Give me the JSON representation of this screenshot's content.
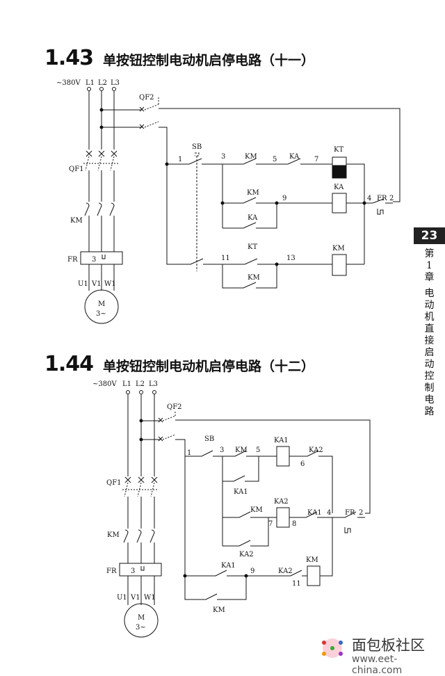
{
  "section1": {
    "number": "1.43",
    "title": "单按钮控制电动机启停电路（十一）"
  },
  "section2": {
    "number": "1.44",
    "title": "单按钮控制电动机启停电路（十二）"
  },
  "sidebar": {
    "page": "23",
    "chapter": "第1章",
    "chapter_title": "电动机直接启动控制电路"
  },
  "watermark": {
    "text_cn": "面包板社区",
    "text_en": "www.eet-china.com"
  },
  "diagram1": {
    "supply": "~380V",
    "lines": [
      "L1",
      "L2",
      "L3"
    ],
    "qf2": "QF2",
    "qf1": "QF1",
    "km": "KM",
    "fr": "FR",
    "fr_num": "3",
    "motor": "M",
    "motor_phase": "3~",
    "terminals": [
      "U1",
      "V1",
      "W1"
    ],
    "sb": "SB",
    "kt": "KT",
    "ka": "KA",
    "nodes": [
      "1",
      "3",
      "5",
      "7",
      "9",
      "4",
      "2",
      "11",
      "13"
    ],
    "fr_ctrl": "FR"
  },
  "diagram2": {
    "supply": "~380V",
    "lines": [
      "L1",
      "L2",
      "L3"
    ],
    "qf2": "QF2",
    "qf1": "QF1",
    "km": "KM",
    "fr": "FR",
    "fr_num": "3",
    "motor": "M",
    "motor_phase": "3~",
    "terminals": [
      "U1",
      "V1",
      "W1"
    ],
    "sb": "SB",
    "ka1": "KA1",
    "ka2": "KA2",
    "nodes": [
      "1",
      "3",
      "5",
      "6",
      "7",
      "8",
      "4",
      "2",
      "9",
      "11"
    ],
    "fr_ctrl": "FR"
  }
}
